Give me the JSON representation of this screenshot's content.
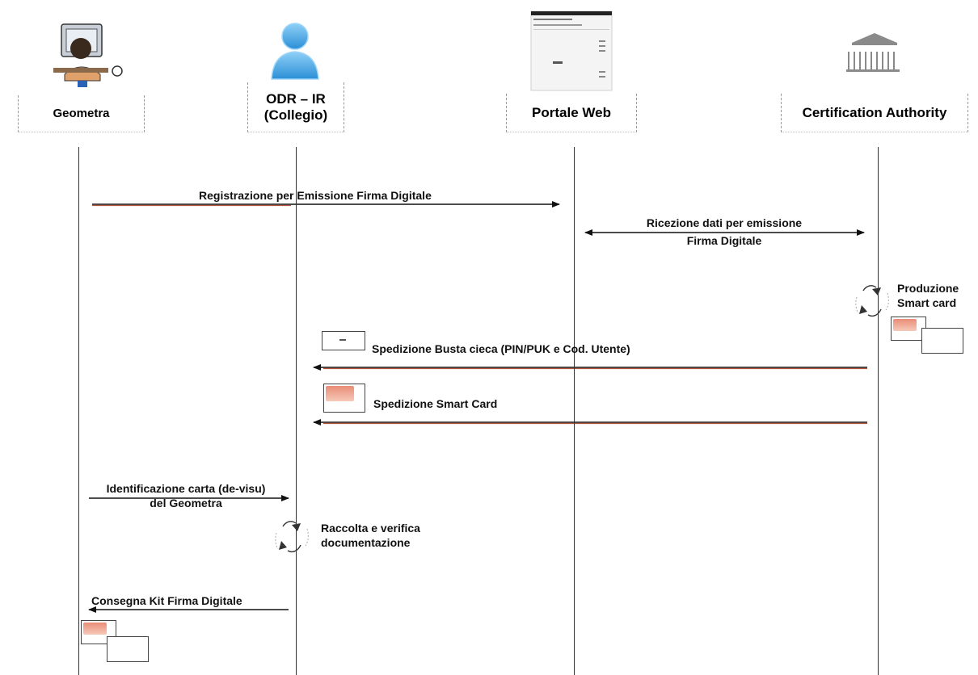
{
  "actors": {
    "geometra": "Geometra",
    "odr": "ODR – IR\n(Collegio)",
    "portale": "Portale Web",
    "ca": "Certification Authority"
  },
  "messages": {
    "registrazione": "Registrazione per Emissione Firma Digitale",
    "ricezione": "Ricezione dati per emissione\nFirma Digitale",
    "produzione": "Produzione\nSmart card",
    "busta": "Spedizione Busta cieca (PIN/PUK e Cod. Utente)",
    "smartcard": "Spedizione Smart Card",
    "identificazione": "Identificazione carta (de-visu)\ndel Geometra",
    "raccolta": "Raccolta e verifica\ndocumentazione",
    "consegna": "Consegna Kit Firma Digitale"
  },
  "colors": {
    "arrow_red": "#b5533c",
    "line": "#333333",
    "icon_blue": "#3aa0e0",
    "card_red": "#e98d77"
  },
  "icons": [
    "geometra-user-icon",
    "person-icon",
    "web-page-icon",
    "bank-building-icon",
    "refresh-cycle-icon",
    "envelope-icon",
    "smart-card-icon"
  ]
}
